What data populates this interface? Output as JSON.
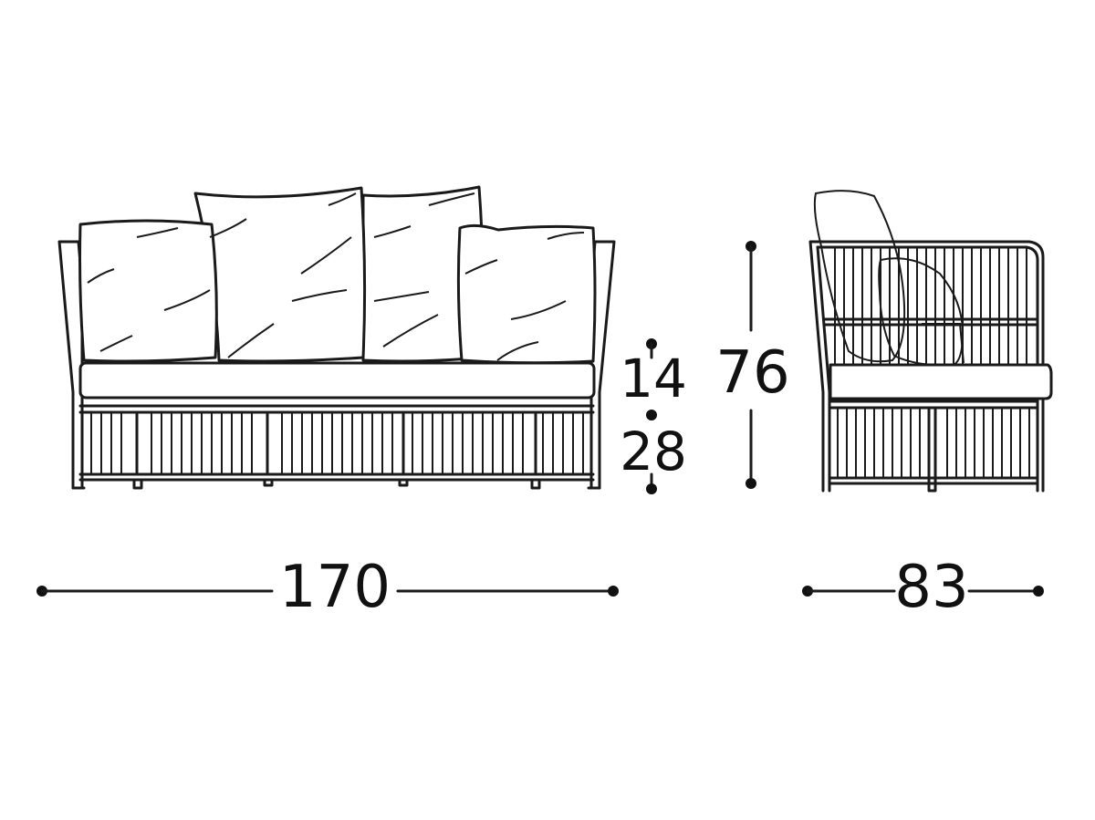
{
  "dimensions": {
    "width": "170",
    "depth": "83",
    "height": "76",
    "seat_cushion": "14",
    "seat_height": "28"
  },
  "colors": {
    "line": "#1a1a1a",
    "background": "#ffffff"
  }
}
